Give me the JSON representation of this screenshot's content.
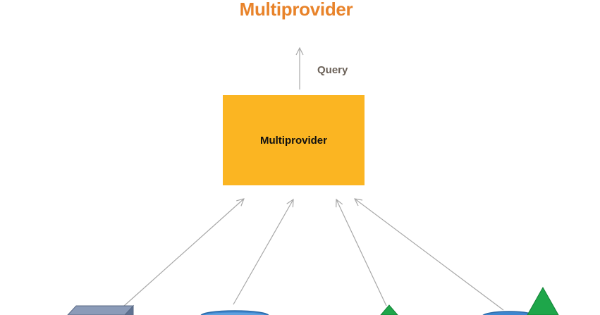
{
  "title": "Multiprovider",
  "query_label": "Query",
  "box_label": "Multiprovider",
  "colors": {
    "title": "#e8832a",
    "box": "#fbb522",
    "query_text": "#6b6158",
    "arrow": "#a8a8a8",
    "cube_top": "#8b9bb8",
    "cube_face": "#6b7f9e",
    "cylinder": "#3d86cf",
    "triangle": "#1ea64a"
  },
  "source_icons": [
    "infocube-icon",
    "dso-cylinder-icon",
    "infoobject-triangle-icon",
    "dso-with-infoobject-icon"
  ]
}
